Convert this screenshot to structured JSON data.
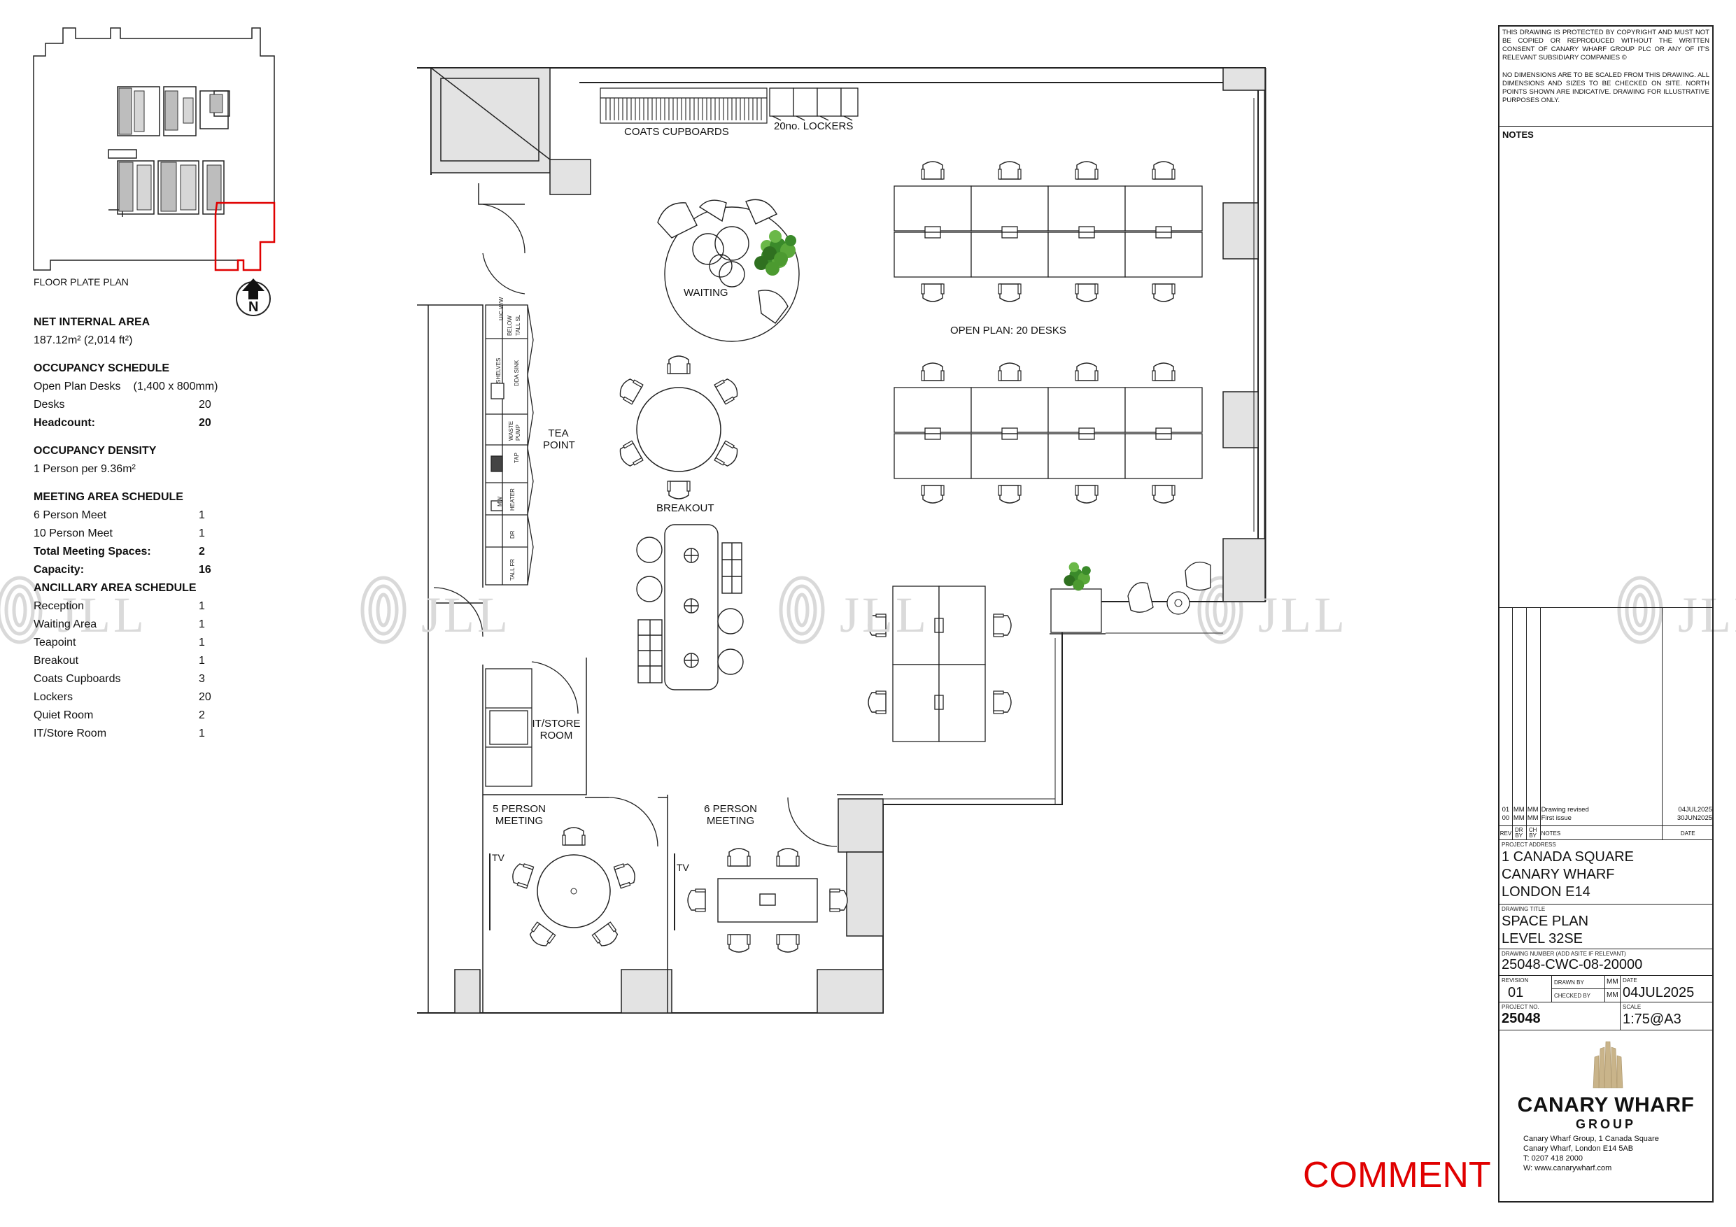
{
  "floor_plate": {
    "caption": "FLOOR PLATE PLAN",
    "north": "N"
  },
  "schedule": {
    "net_area_title": "NET INTERNAL AREA",
    "net_area_value": "187.12m² (2,014 ft²)",
    "occupancy_title": "OCCUPANCY SCHEDULE",
    "open_plan_label": "Open Plan Desks",
    "open_plan_size": "(1,400 x 800mm)",
    "occupancy_rows": [
      {
        "label": "Desks",
        "value": "20",
        "bold": false
      },
      {
        "label": "Headcount:",
        "value": "20",
        "bold": true
      }
    ],
    "density_title": "OCCUPANCY DENSITY",
    "density_value": "1 Person per 9.36m²",
    "meeting_title": "MEETING AREA SCHEDULE",
    "meeting_rows": [
      {
        "label": "6 Person Meet",
        "value": "1",
        "bold": false
      },
      {
        "label": "10 Person Meet",
        "value": "1",
        "bold": false
      },
      {
        "label": "Total Meeting Spaces:",
        "value": "2",
        "bold": true
      },
      {
        "label": "Capacity:",
        "value": "16",
        "bold": true
      }
    ],
    "ancillary_title": "ANCILLARY AREA SCHEDULE",
    "ancillary_rows": [
      {
        "label": "Reception",
        "value": "1"
      },
      {
        "label": "Waiting Area",
        "value": "1"
      },
      {
        "label": "Teapoint",
        "value": "1"
      },
      {
        "label": "Breakout",
        "value": "1"
      },
      {
        "label": "Coats Cupboards",
        "value": "3"
      },
      {
        "label": "Lockers",
        "value": "20"
      },
      {
        "label": "Quiet Room",
        "value": "2"
      },
      {
        "label": "IT/Store Room",
        "value": "1"
      }
    ]
  },
  "plan_labels": {
    "coats": "COATS CUPBOARDS",
    "lockers": "20no. LOCKERS",
    "waiting": "WAITING",
    "open_plan": "OPEN PLAN: 20 DESKS",
    "tea_1": "TEA",
    "tea_2": "POINT",
    "breakout": "BREAKOUT",
    "it_1": "IT/STORE",
    "it_2": "ROOM",
    "m5_1": "5 PERSON",
    "m5_2": "MEETING",
    "m6_1": "6 PERSON",
    "m6_2": "MEETING",
    "tv": "TV",
    "tea_units": [
      "U/C W/W",
      "BELOW",
      "TALL SL",
      "SHELVES",
      "DDA SINK",
      "WASTE",
      "PUMP",
      "TAP",
      "MW",
      "HEATER",
      "DR",
      "TALL FR"
    ]
  },
  "watermark": "JLL",
  "title_block": {
    "copyright": "THIS DRAWING IS PROTECTED BY COPYRIGHT AND MUST NOT BE COPIED OR REPRODUCED WITHOUT THE WRITTEN CONSENT OF CANARY WHARF GROUP PLC OR ANY OF IT'S RELEVANT SUBSIDIARY COMPANIES ©",
    "dimensions_note": "NO DIMENSIONS ARE TO BE SCALED FROM THIS DRAWING. ALL DIMENSIONS AND SIZES TO BE CHECKED ON SITE. NORTH POINTS SHOWN ARE INDICATIVE. DRAWING FOR ILLUSTRATIVE PURPOSES ONLY.",
    "notes_title": "NOTES",
    "revisions": [
      {
        "rev": "01",
        "dr": "MM",
        "ch": "MM",
        "note": "Drawing revised",
        "date": "04JUL2025"
      },
      {
        "rev": "00",
        "dr": "MM",
        "ch": "MM",
        "note": "First issue",
        "date": "30JUN2025"
      }
    ],
    "rev_headers": {
      "rev": "REV",
      "dr": "DR BY",
      "ch": "CH BY",
      "notes": "NOTES",
      "date": "DATE"
    },
    "project_address_label": "PROJECT ADDRESS",
    "address": [
      "1 CANADA SQUARE",
      "CANARY WHARF",
      "LONDON E14"
    ],
    "drawing_title_label": "DRAWING TITLE",
    "drawing_title": [
      "SPACE PLAN",
      "LEVEL 32SE"
    ],
    "drawing_number_label": "DRAWING NUMBER (ADD ASITE IF RELEVANT)",
    "drawing_number": "25048-CWC-08-20000",
    "revision_label": "REVISION",
    "revision": "01",
    "drawn_by_label": "DRAWN BY",
    "drawn_by": "MM",
    "checked_by_label": "CHECKED BY",
    "checked_by": "MM",
    "date_label": "DATE",
    "date": "04JUL2025",
    "project_no_label": "PROJECT NO.",
    "project_no": "25048",
    "scale_label": "SCALE",
    "scale": "1:75@A3",
    "company_name": "CANARY WHARF",
    "company_sub": "GROUP",
    "company_address": [
      "Canary Wharf Group, 1 Canada Square",
      "Canary Wharf, London E14 5AB",
      "T:  0207 418 2000",
      "W: www.canarywharf.com"
    ]
  },
  "comment": "COMMENT"
}
